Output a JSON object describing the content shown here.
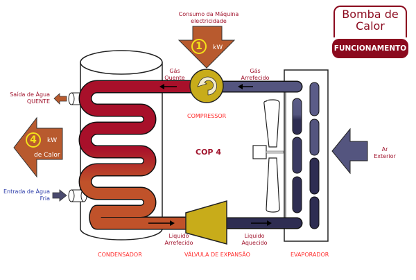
{
  "header": {
    "title": "Bomba de Calor",
    "button_label": "FUNCIONAMENTO"
  },
  "electricity": {
    "label_line1": "Consumo da Máquina",
    "label_line2": "electricidade",
    "value": "1",
    "unit": "kW"
  },
  "heat_output": {
    "value": "4",
    "unit": "kW",
    "label": "de Calor"
  },
  "water": {
    "hot_out_line1": "Saída de Água",
    "hot_out_line2": "QUENTE",
    "cold_in_line1": "Entrada de Água",
    "cold_in_line2": "Fria"
  },
  "flow_labels": {
    "hot_gas_line1": "Gás",
    "hot_gas_line2": "Quente",
    "cooled_gas_line1": "Gás",
    "cooled_gas_line2": "Arrefecido",
    "cooled_liquid_line1": "Liquido",
    "cooled_liquid_line2": "Arrefecido",
    "heated_liquid_line1": "Liquido",
    "heated_liquid_line2": "Aquecido"
  },
  "air": {
    "line1": "Ar",
    "line2": "Exterior"
  },
  "components": {
    "compressor": "COMPRESSOR",
    "condenser": "CONDENSADOR",
    "expansion_valve": "VÁLVULA DE EXPANSÃO",
    "evaporator": "EVAPORADOR"
  },
  "cop": "COP 4",
  "colors": {
    "brand": "#8b0a1e",
    "hot_pipe": "#a8102a",
    "warm_pipe": "#c0522a",
    "cold_pipe": "#54557f",
    "dark_cold": "#2e2d52",
    "compressor": "#c8ac1a",
    "arrow_orange": "#b85a2e"
  }
}
